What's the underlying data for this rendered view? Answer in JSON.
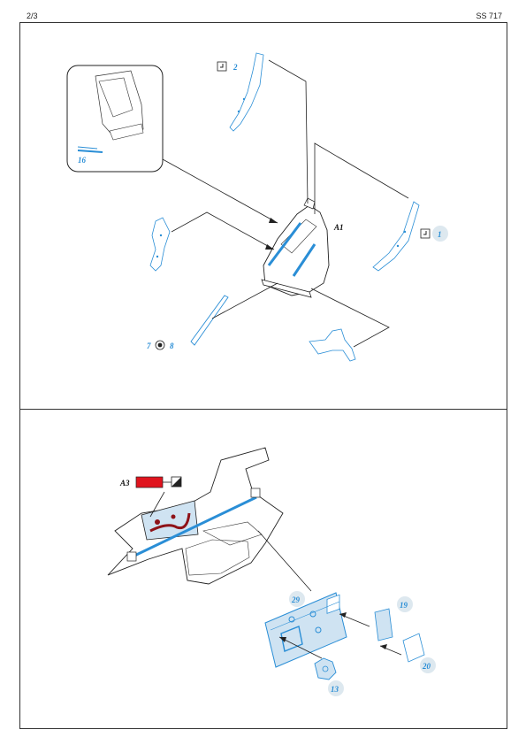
{
  "header": {
    "page": "2/3",
    "code": "SS 717"
  },
  "top_panel": {
    "part_label": "A1",
    "callouts": [
      "2",
      "1",
      "16",
      "7",
      "8"
    ]
  },
  "bottom_panel": {
    "part_label": "A3",
    "callouts": [
      "29",
      "19",
      "20",
      "13"
    ]
  },
  "colors": {
    "etch_blue": "#2a8ed6",
    "paint_red": "#e0141e",
    "line": "#222222",
    "bubble": "#dde8ef"
  }
}
